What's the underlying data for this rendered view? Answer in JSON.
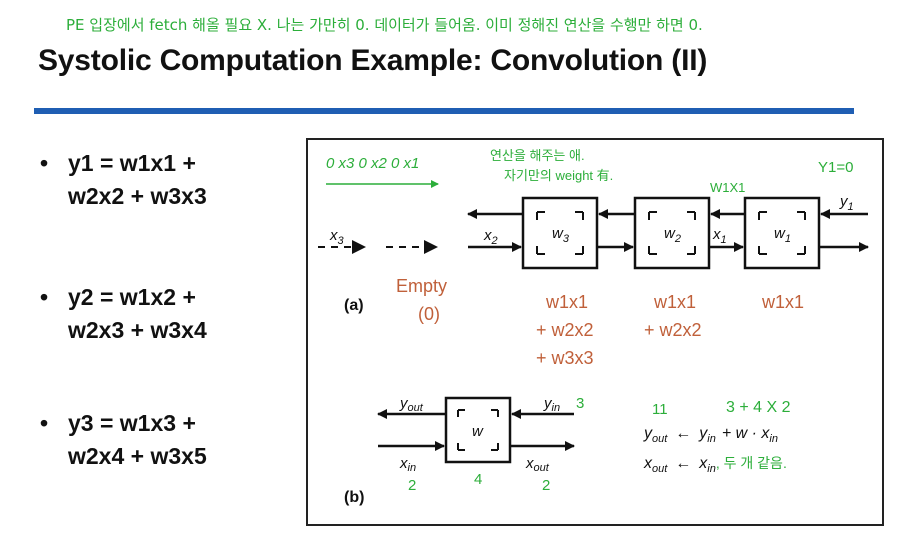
{
  "annotations": {
    "top_note": "PE 입장에서 fetch 해올 필요 X. 나는 가만히 0. 데이터가 들어옴. 이미 정해진 연산을 수행만 하면 0.",
    "stream_note": "0 x3 0 x2 0 x1",
    "pe_note_1": "연산을 해주는 애.",
    "pe_note_2": "자기만의 weight 有.",
    "w1x1_note": "W1X1",
    "y1_zero_note": "Y1=0",
    "yin_three": "3",
    "xin_two": "2",
    "w_four": "4",
    "xout_two": "2",
    "eq_eleven": "11",
    "eq_expr": "3 + 4 X 2",
    "eq_same": ", 두 개 같음."
  },
  "slide": {
    "title": "Systolic Computation Example: Convolution (II)",
    "bullets": [
      {
        "line1": "y1 = w1x1 +",
        "line2": "w2x2 + w3x3"
      },
      {
        "line1": "y2 = w1x2 +",
        "line2": "w2x3 + w3x4"
      },
      {
        "line1": "y3 = w1x3 +",
        "line2": "w2x4 + w3x5"
      }
    ]
  },
  "figure_a": {
    "label": "(a)",
    "x3": "x",
    "x3_sub": "3",
    "x2": "x",
    "x2_sub": "2",
    "x1": "x",
    "x1_sub": "1",
    "y1": "y",
    "y1_sub": "1",
    "pe": [
      {
        "w": "w",
        "sub": "3"
      },
      {
        "w": "w",
        "sub": "2"
      },
      {
        "w": "w",
        "sub": "1"
      }
    ],
    "empty_line1": "Empty",
    "empty_line2": "(0)",
    "col1": [
      "w1x1",
      "+ w2x2",
      "+ w3x3"
    ],
    "col2": [
      "w1x1",
      "+ w2x2"
    ],
    "col3": [
      "w1x1"
    ]
  },
  "figure_b": {
    "label": "(b)",
    "y": "y",
    "out": "out",
    "in": "in",
    "x": "x",
    "w": "w",
    "eq1_lhs": "y",
    "eq1_lhs_sub": "out",
    "eq1_arrow": "←",
    "eq1_rhs_a": "y",
    "eq1_rhs_a_sub": "in",
    "eq1_rhs_b": "+ w · x",
    "eq1_rhs_b_sub": "in",
    "eq2_lhs": "x",
    "eq2_lhs_sub": "out",
    "eq2_arrow": "←",
    "eq2_rhs": "x",
    "eq2_rhs_sub": "in"
  },
  "colors": {
    "accent_rule": "#1f5eb3",
    "annotation_green": "#2cae3a",
    "result_orange": "#c0603a"
  }
}
